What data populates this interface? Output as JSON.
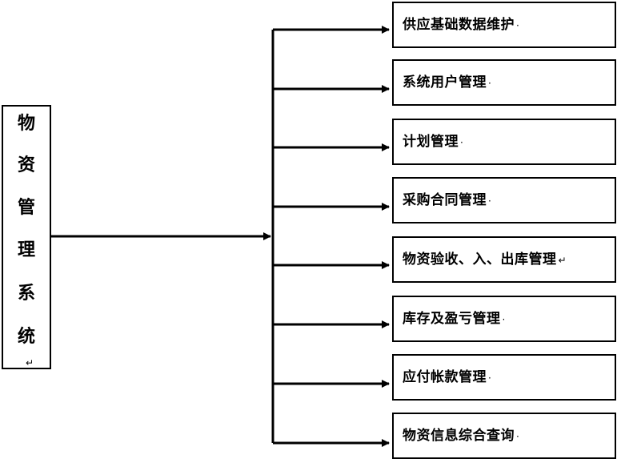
{
  "root": {
    "chars": [
      "物",
      "资",
      "管",
      "理",
      "系",
      "统"
    ],
    "mark": "↵"
  },
  "children": [
    {
      "label": "供应基础数据维护",
      "mark": "·"
    },
    {
      "label": "系统用户管理",
      "mark": "·"
    },
    {
      "label": "计划管理",
      "mark": "·"
    },
    {
      "label": "采购合同管理",
      "mark": "·"
    },
    {
      "label": "物资验收、入、出库管理",
      "mark": "↵"
    },
    {
      "label": "库存及盈亏管理",
      "mark": "·"
    },
    {
      "label": "应付帐款管理",
      "mark": "·"
    },
    {
      "label": "物资信息综合查询",
      "mark": "·"
    }
  ]
}
